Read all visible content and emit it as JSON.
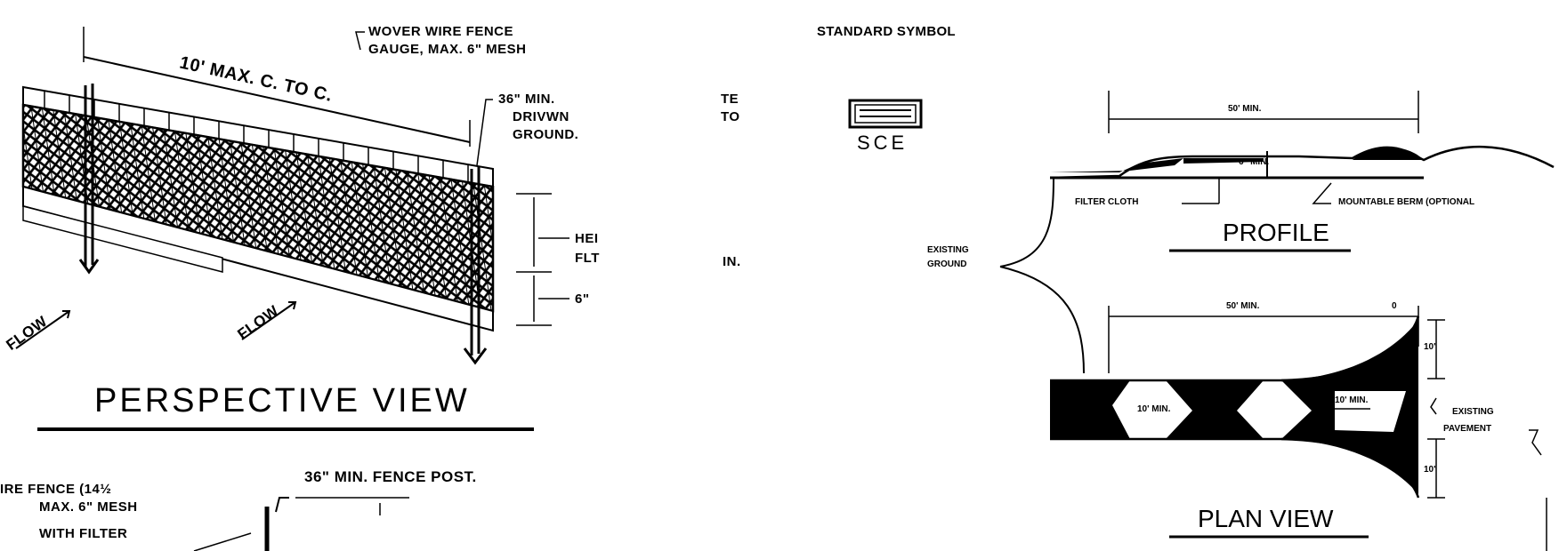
{
  "perspective": {
    "spacing_label": "10' MAX. C. TO C.",
    "fence_note_line1": "WOVER WIRE FENCE",
    "fence_note_line2": "GAUGE, MAX. 6\" MESH",
    "post_note_line1": "36\" MIN.",
    "post_note_line1_tail": "TE",
    "post_note_line2": "DRIVWN",
    "post_note_line2_tail": "TO",
    "post_note_line3": "GROUND.",
    "height_note_line1": "HEI",
    "height_note_line2": "FLT",
    "height_note_line2_tail": "IN.",
    "depth_note": "6\"",
    "flow_label_left": "FLOW",
    "flow_label_right": "FLOW",
    "title": "PERSPECTIVE VIEW"
  },
  "section": {
    "post_note": "36\" MIN. FENCE POST.",
    "fence_note_line1": "IRE FENCE (14½",
    "fence_note_line2": "MAX. 6\" MESH",
    "fence_note_line3": "WITH FILTER"
  },
  "symbol": {
    "heading": "STANDARD SYMBOL",
    "code": "SCE"
  },
  "profile": {
    "length_label": "50' MIN.",
    "thickness_label": "6\" MIN.",
    "filter_label": "FILTER CLOTH",
    "berm_label": "MOUNTABLE BERM (OPTIONAL",
    "title": "PROFILE"
  },
  "plan": {
    "ground_label_line1": "EXISTING",
    "ground_label_line2": "GROUND",
    "length_label": "50' MIN.",
    "end_label": "0",
    "width_left_label": "10' MIN.",
    "width_right_label": "10' MIN.",
    "radius_top_label": "10'",
    "radius_bottom_label": "10'",
    "pavement_line1": "EXISTING",
    "pavement_line2": "PAVEMENT",
    "title": "PLAN VIEW"
  }
}
